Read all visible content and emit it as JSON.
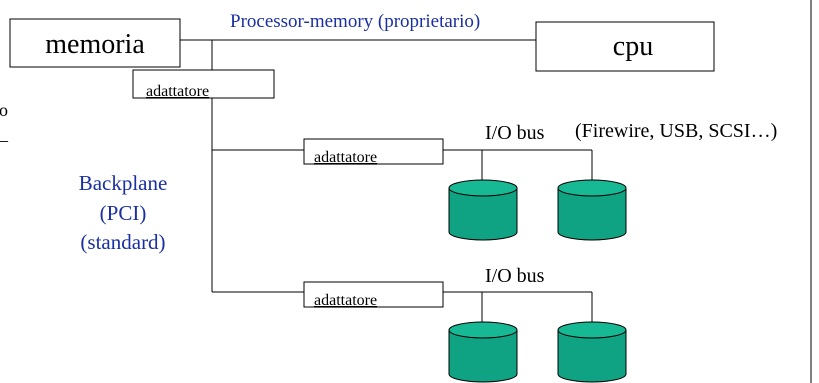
{
  "colors": {
    "accent_text": "#1a2fa0",
    "disk_fill": "#0fa384",
    "disk_top": "#17b894",
    "line": "#000000"
  },
  "nodes": {
    "memory": "memoria",
    "cpu": "cpu",
    "adapter_top": "adattatore",
    "adapter_mid": "adattatore",
    "adapter_bottom": "adattatore"
  },
  "buses": {
    "processor_memory": "Processor-memory (proprietario)",
    "io_bus_1": "I/O bus",
    "io_bus_1_note": "(Firewire, USB, SCSI…)",
    "io_bus_2": "I/O bus"
  },
  "backplane": {
    "line1": "Backplane",
    "line2": "(PCI)",
    "line3": "(standard)"
  },
  "edge_fragments": {
    "left_char": "o",
    "left_dash": "–"
  },
  "icons": {
    "disk": "disk-cylinder-icon"
  }
}
